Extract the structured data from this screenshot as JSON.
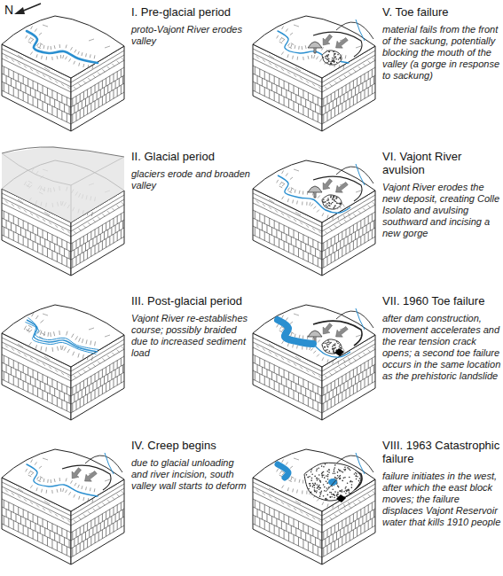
{
  "diagram": {
    "nodes": [
      {
        "text": [
          "I. Pre-glacial period",
          "proto-Vajont River erodes valley"
        ]
      },
      {
        "text": [
          "II. Glacial period",
          "glaciers erode and broaden valley"
        ]
      },
      {
        "text": [
          "III. Post-glacial period",
          "Vajont River re-establishes course; possibly braided due to increased sediment load"
        ]
      },
      {
        "text": [
          "IV. Creep begins",
          "due to glacial unloading and river incision, south valley wall starts to deform"
        ]
      },
      {
        "text": [
          "V. Toe failure",
          "material fails from the front of the sackung, potentially blocking the mouth of the valley (a gorge in response to sackung)"
        ]
      },
      {
        "text": [
          "VI. Vajont River avulsion",
          "Vajont River erodes the new deposit, creating Colle Isolato and avulsing southward and incising a new gorge"
        ]
      },
      {
        "text": [
          "VII. 1960 Toe failure",
          "after dam construction, movement accelerates and the rear tension crack opens; a second toe failure occurs in the same location as the prehistoric landslide"
        ]
      },
      {
        "text": [
          "VIII. 1963 Catastrophic failure",
          "failure initiates in the west, after which the east block moves; the failure displaces Vajont Reservoir water that kills 1910 people"
        ]
      }
    ],
    "labels": [
      "N"
    ]
  }
}
